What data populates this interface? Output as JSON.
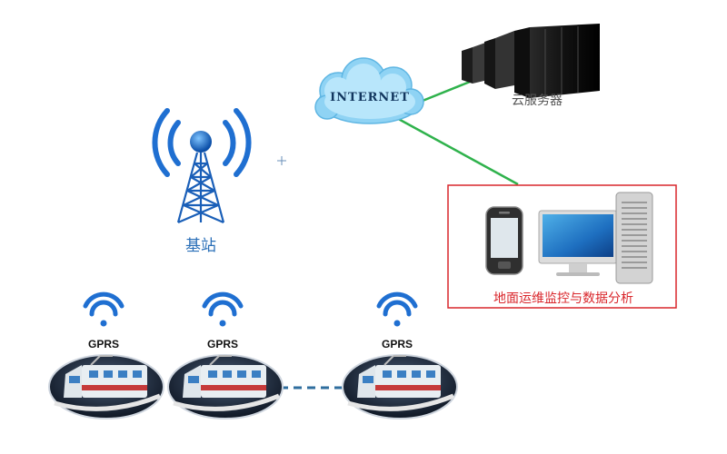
{
  "nodes": {
    "base_station": {
      "label": "基站"
    },
    "internet": {
      "label": "INTERNET"
    },
    "cloud_server": {
      "label": "云服务器"
    },
    "ground_ops": {
      "label": "地面运维监控与数据分析"
    }
  },
  "trains": [
    {
      "protocol": "GPRS"
    },
    {
      "protocol": "GPRS"
    },
    {
      "protocol": "GPRS"
    }
  ],
  "colors": {
    "link_green": "#2fb24c",
    "frame_red": "#d9262b",
    "signal_blue": "#1f6fd1",
    "cloud_blue": "#8fd3f4",
    "dash_blue": "#2f6e9e"
  },
  "icons": [
    "radio-tower-icon",
    "cloud-icon",
    "server-rack-icon",
    "smartphone-icon",
    "desktop-computer-icon",
    "wifi-icon",
    "train-icon"
  ]
}
